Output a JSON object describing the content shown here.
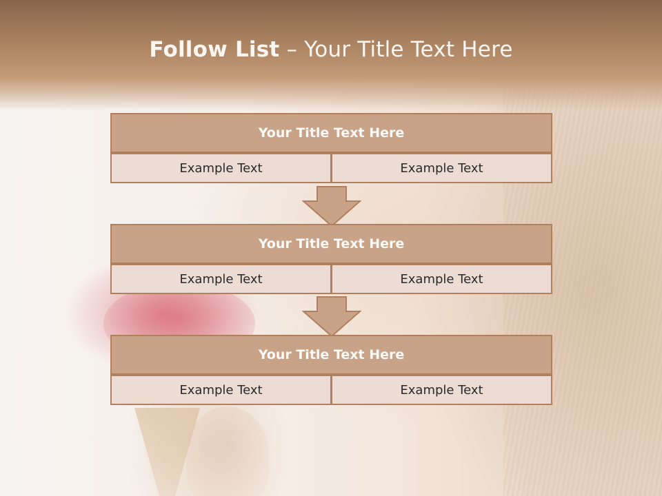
{
  "slide": {
    "title_bold": "Follow List",
    "title_rest": " – Your Title Text Here"
  },
  "blocks": [
    {
      "header": "Your Title Text Here",
      "left": "Example Text",
      "right": "Example Text"
    },
    {
      "header": "Your Title Text Here",
      "left": "Example Text",
      "right": "Example Text"
    },
    {
      "header": "Your Title Text Here",
      "left": "Example Text",
      "right": "Example Text"
    }
  ],
  "colors": {
    "title_band": "#a7805f",
    "header_fill": "#c8a387",
    "cell_fill": "#ecdcd4",
    "border": "#b0805e"
  }
}
